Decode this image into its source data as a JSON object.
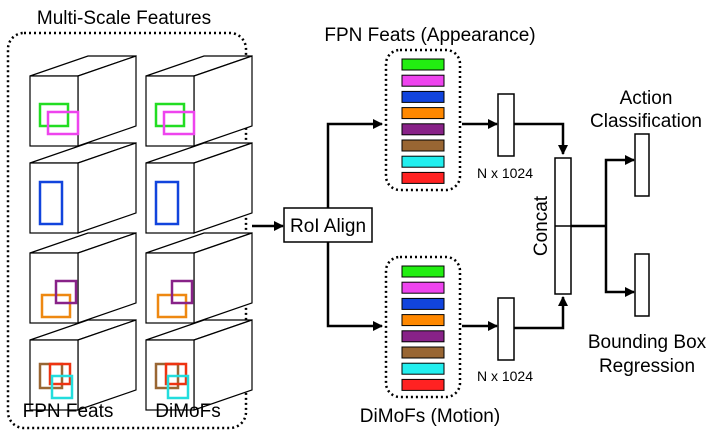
{
  "labels": {
    "multi_scale_title": "Multi-Scale Features",
    "fpn_feats": "FPN Feats",
    "dimofs": "DiMoFs",
    "roi_align": "RoI Align",
    "appearance_title": "FPN Feats (Appearance)",
    "motion_title": "DiMoFs (Motion)",
    "dim_top": "N x 1024",
    "dim_bottom": "N x 1024",
    "concat": "Concat",
    "action_line1": "Action",
    "action_line2": "Classification",
    "bbox_line1": "Bounding Box",
    "bbox_line2": "Regression"
  },
  "roi_box_colors": {
    "row1": [
      "#22dd22",
      "#ee44ee"
    ],
    "row2": [
      "#1144dd"
    ],
    "row3": [
      "#ee8811",
      "#882288"
    ],
    "row4": [
      "#996633",
      "#ee3311",
      "#22dddd"
    ]
  },
  "feature_strip_colors": [
    "#22ee11",
    "#ee44ee",
    "#1144dd",
    "#ff8800",
    "#882288",
    "#996633",
    "#22eeee",
    "#ff2222"
  ],
  "icons": [
    "feature-cube-icon",
    "arrow-icon"
  ]
}
